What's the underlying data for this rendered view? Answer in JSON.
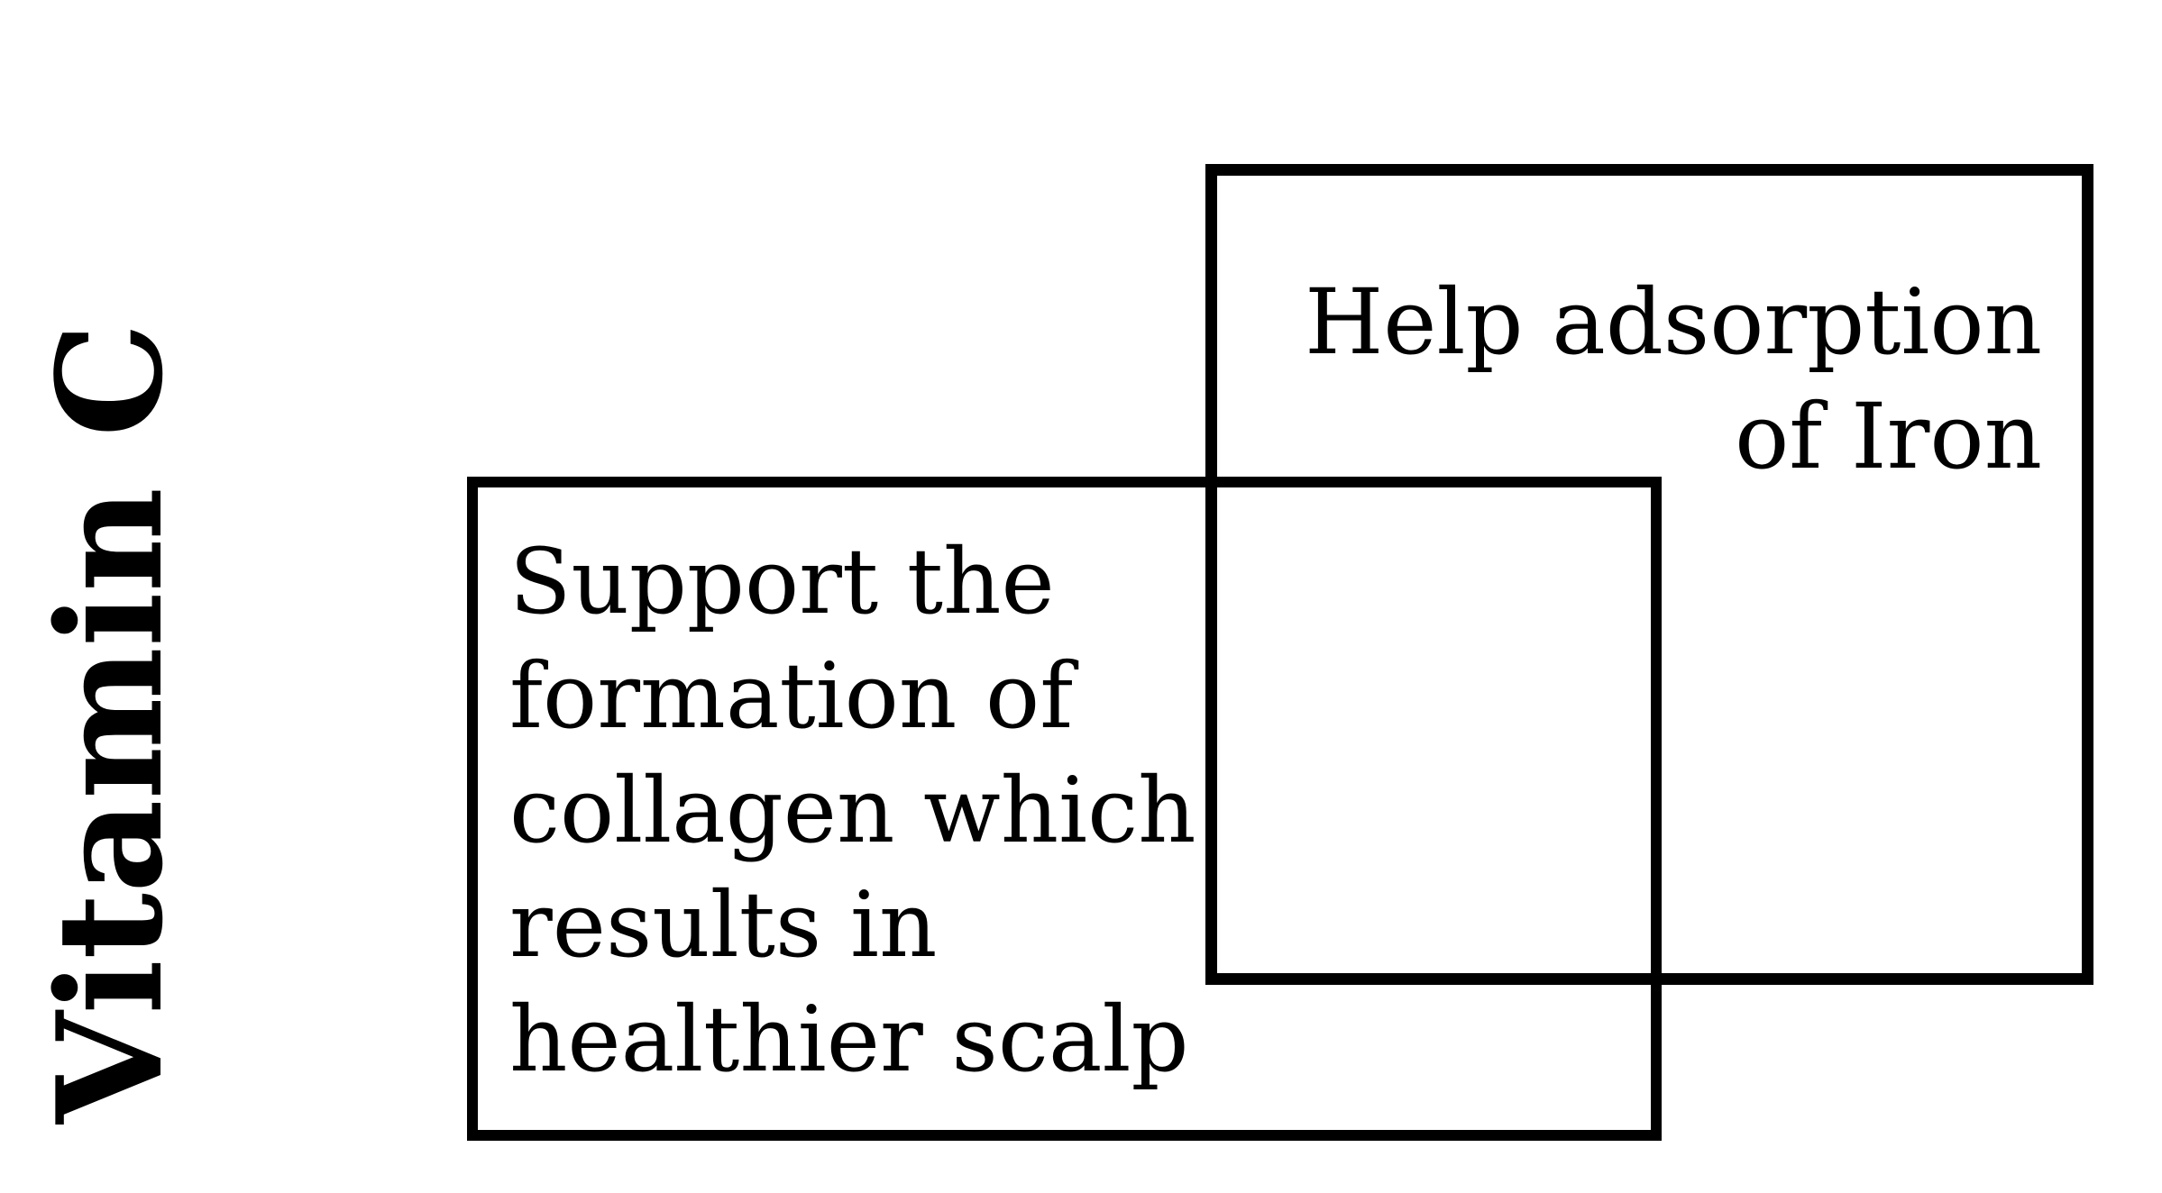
{
  "diagram": {
    "vertical_label": "Vitamin C",
    "boxes": {
      "iron": {
        "text": "Help adsorption\nof Iron",
        "align": "right"
      },
      "collagen": {
        "text": "Support the\nformation of\ncollagen which\nresults in\nhealthier scalp",
        "align": "left"
      }
    },
    "colors": {
      "background": "#ffffff",
      "stroke": "#000000",
      "text": "#000000"
    }
  }
}
